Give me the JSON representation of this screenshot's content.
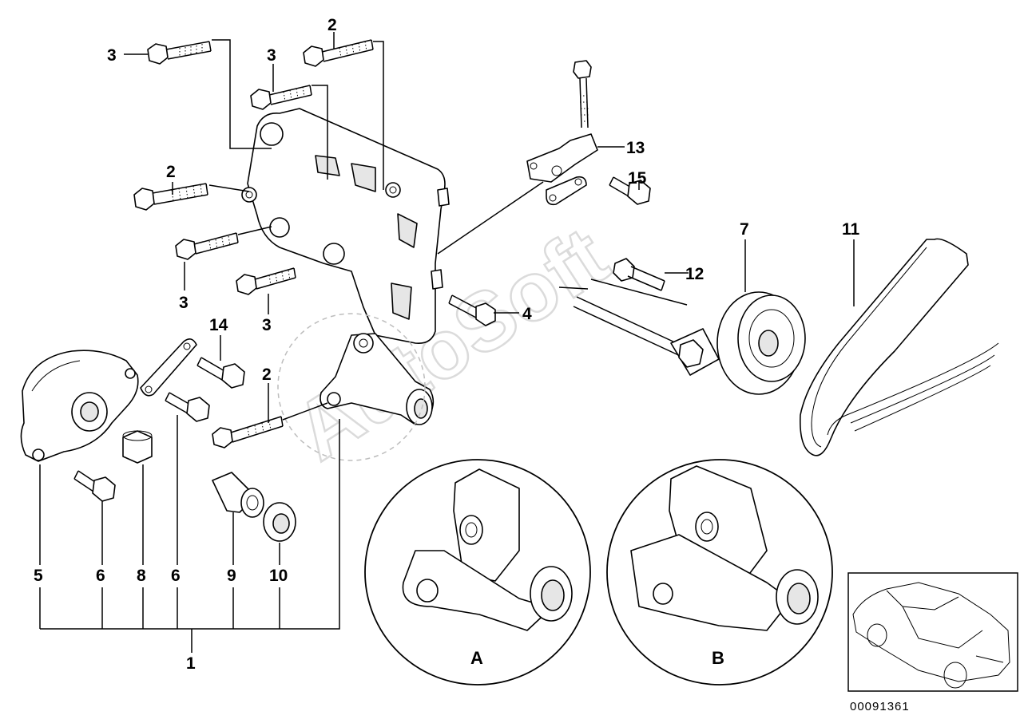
{
  "callouts": {
    "c1": "1",
    "c2a": "2",
    "c2b": "2",
    "c2c": "2",
    "c3a": "3",
    "c3b": "3",
    "c3c": "3",
    "c3d": "3",
    "c4": "4",
    "c5": "5",
    "c6a": "6",
    "c6b": "6",
    "c7": "7",
    "c8": "8",
    "c9": "9",
    "c10": "10",
    "c11": "11",
    "c12": "12",
    "c13": "13",
    "c14": "14",
    "c15": "15"
  },
  "variants": {
    "a": "A",
    "b": "B"
  },
  "part_number": "00091361",
  "watermark": "AutoSoft"
}
